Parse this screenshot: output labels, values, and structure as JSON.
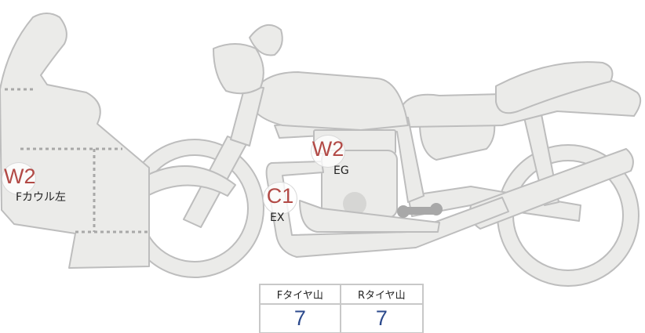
{
  "markers": [
    {
      "code": "W2",
      "part": "Fカウル左"
    },
    {
      "code": "W2",
      "part": "EG"
    },
    {
      "code": "C1",
      "part": "EX"
    }
  ],
  "tread_table": {
    "headers": [
      "Fタイヤ山",
      "Rタイヤ山"
    ],
    "values": [
      "7",
      "7"
    ]
  },
  "colors": {
    "bike_fill": "#ebebe9",
    "bike_stroke": "#b8b8b8",
    "marker_code": "#b24a46",
    "table_value": "#2c4a8c"
  }
}
